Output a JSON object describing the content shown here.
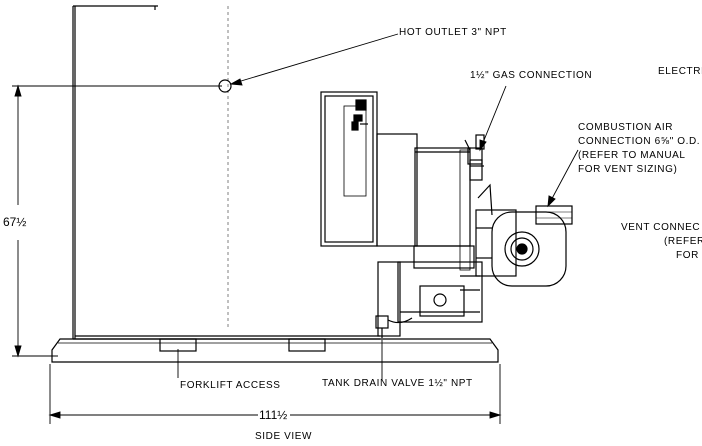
{
  "labels": {
    "hot_outlet": "HOT OUTLET 3\" NPT",
    "gas_connection": "1½\" GAS CONNECTION",
    "electrical_partial": "ELECTRI",
    "combustion_air_1": "COMBUSTION AIR",
    "combustion_air_2": "CONNECTION 6⅝\" O.D.",
    "combustion_air_3": "(REFER TO MANUAL",
    "combustion_air_4": "FOR VENT SIZING)",
    "vent_1": "VENT CONNEC",
    "vent_2": "(REFER",
    "vent_3": "FOR",
    "forklift": "FORKLIFT ACCESS",
    "drain": "TANK DRAIN VALVE 1½\" NPT",
    "height_dim": "67½",
    "width_dim": "111½",
    "view_title": "SIDE VIEW"
  }
}
